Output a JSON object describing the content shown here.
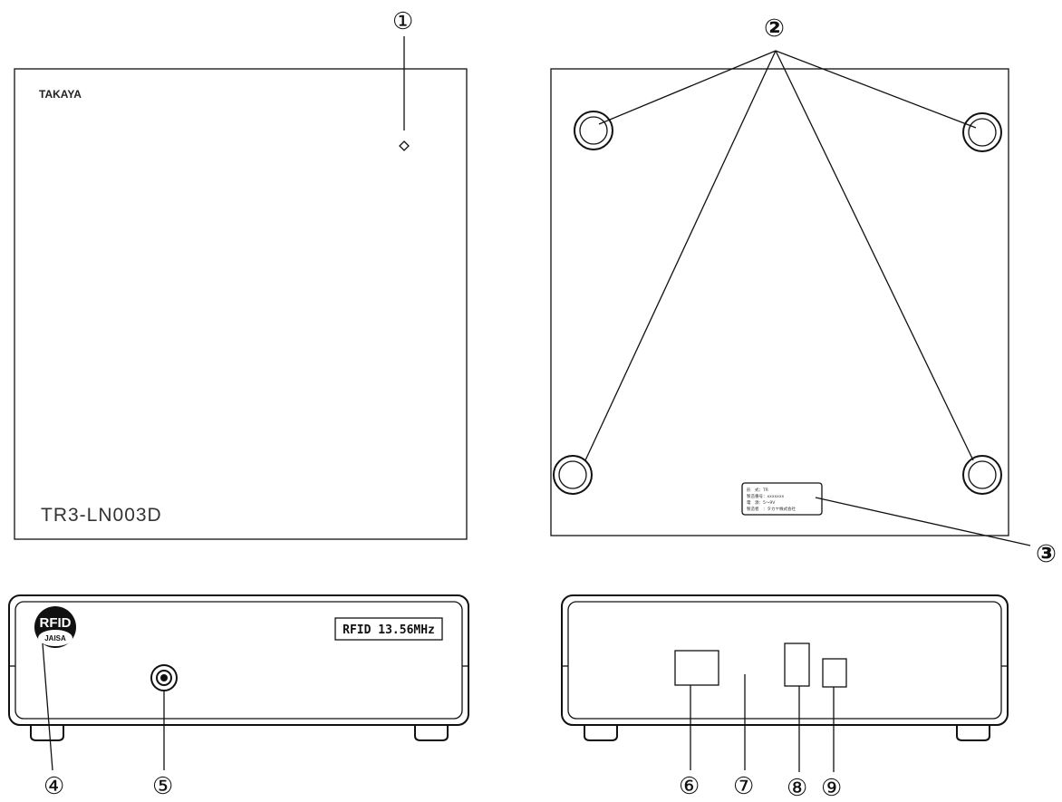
{
  "front_top_view": {
    "brand": "TAKAYA",
    "model": "TR3-LN003D"
  },
  "front_panel": {
    "label": "RFID 13.56MHz",
    "badge_top": "RFID",
    "badge_bottom": "JAISA"
  },
  "rating_plate": {
    "lines": [
      "形　式：TR",
      "製造番号：xxxxxxx",
      "電　源：5～9V",
      "製造者　：タカヤ株式会社"
    ]
  },
  "callouts": {
    "c1": "①",
    "c2": "②",
    "c3": "③",
    "c4": "④",
    "c5": "⑤",
    "c6": "⑥",
    "c7": "⑦",
    "c8": "⑧",
    "c9": "⑨"
  }
}
